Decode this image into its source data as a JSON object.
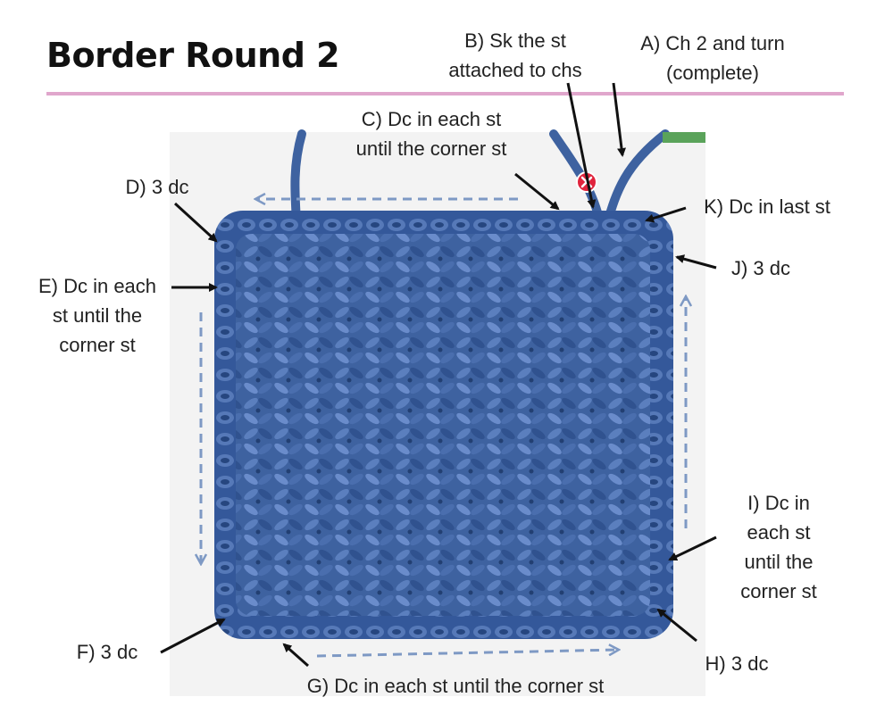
{
  "title": "Border Round 2",
  "colors": {
    "title_rule": "#e0a6cc",
    "yarn": "#3e62a0",
    "guide_dashes": "#7e99c4",
    "arrows": "#111111",
    "skip_marker": "#e0233c"
  },
  "icons": [
    "skip-x-icon"
  ],
  "labels": {
    "a": "A) Ch 2 and turn\n(complete)",
    "b": "B) Sk the st\nattached to chs",
    "c": "C) Dc in each st\nuntil the corner st",
    "d": "D) 3 dc",
    "e": "E) Dc in each\nst until the\ncorner st",
    "f": "F) 3 dc",
    "g": "G) Dc in each st until the corner st",
    "h": "H) 3 dc",
    "i": "I) Dc in\neach st\nuntil the\ncorner st",
    "j": "J) 3 dc",
    "k": "K) Dc in last st"
  }
}
